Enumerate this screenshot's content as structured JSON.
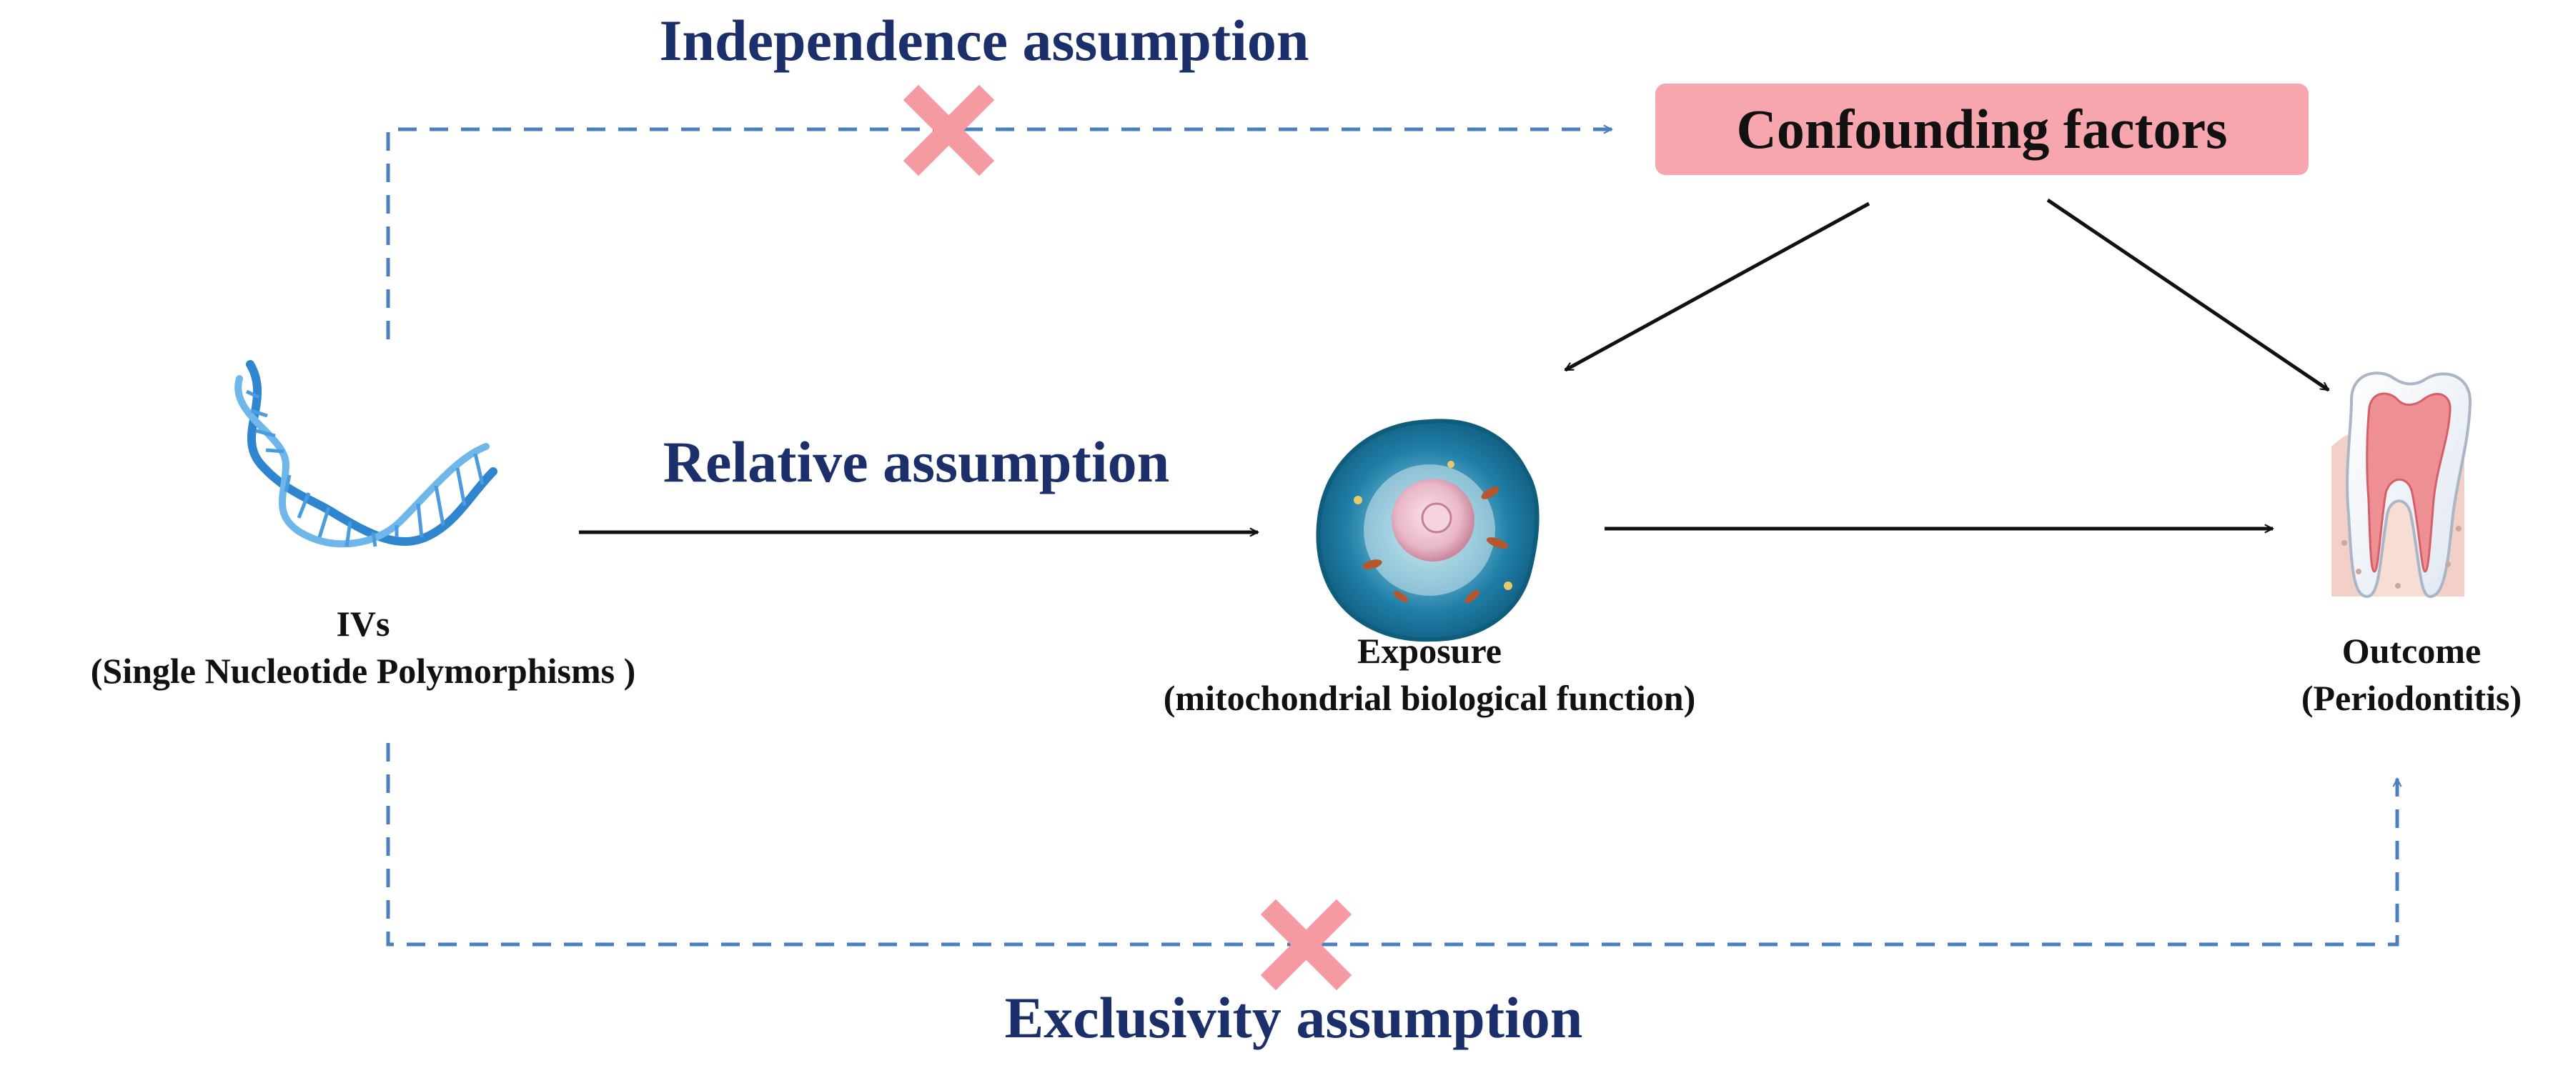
{
  "assumptions": {
    "independence": "Independence assumption",
    "relative": "Relative assumption",
    "exclusivity": "Exclusivity assumption"
  },
  "confounders": {
    "label": "Confounding factors",
    "box_color": "#f7a6ae"
  },
  "nodes": {
    "ivs": {
      "title": "IVs",
      "subtitle": "(Single Nucleotide Polymorphisms )",
      "icon": "dna-helix-icon"
    },
    "exposure": {
      "title": "Exposure",
      "subtitle": "(mitochondrial biological function)",
      "icon": "cell-icon"
    },
    "outcome": {
      "title": "Outcome",
      "subtitle": "(Periodontitis)",
      "icon": "tooth-icon"
    }
  },
  "colors": {
    "assumption_text": "#1b2f6b",
    "dashed_line": "#4a7fc0",
    "solid_arrow": "#111111",
    "cross_mark": "#f59aa3"
  }
}
